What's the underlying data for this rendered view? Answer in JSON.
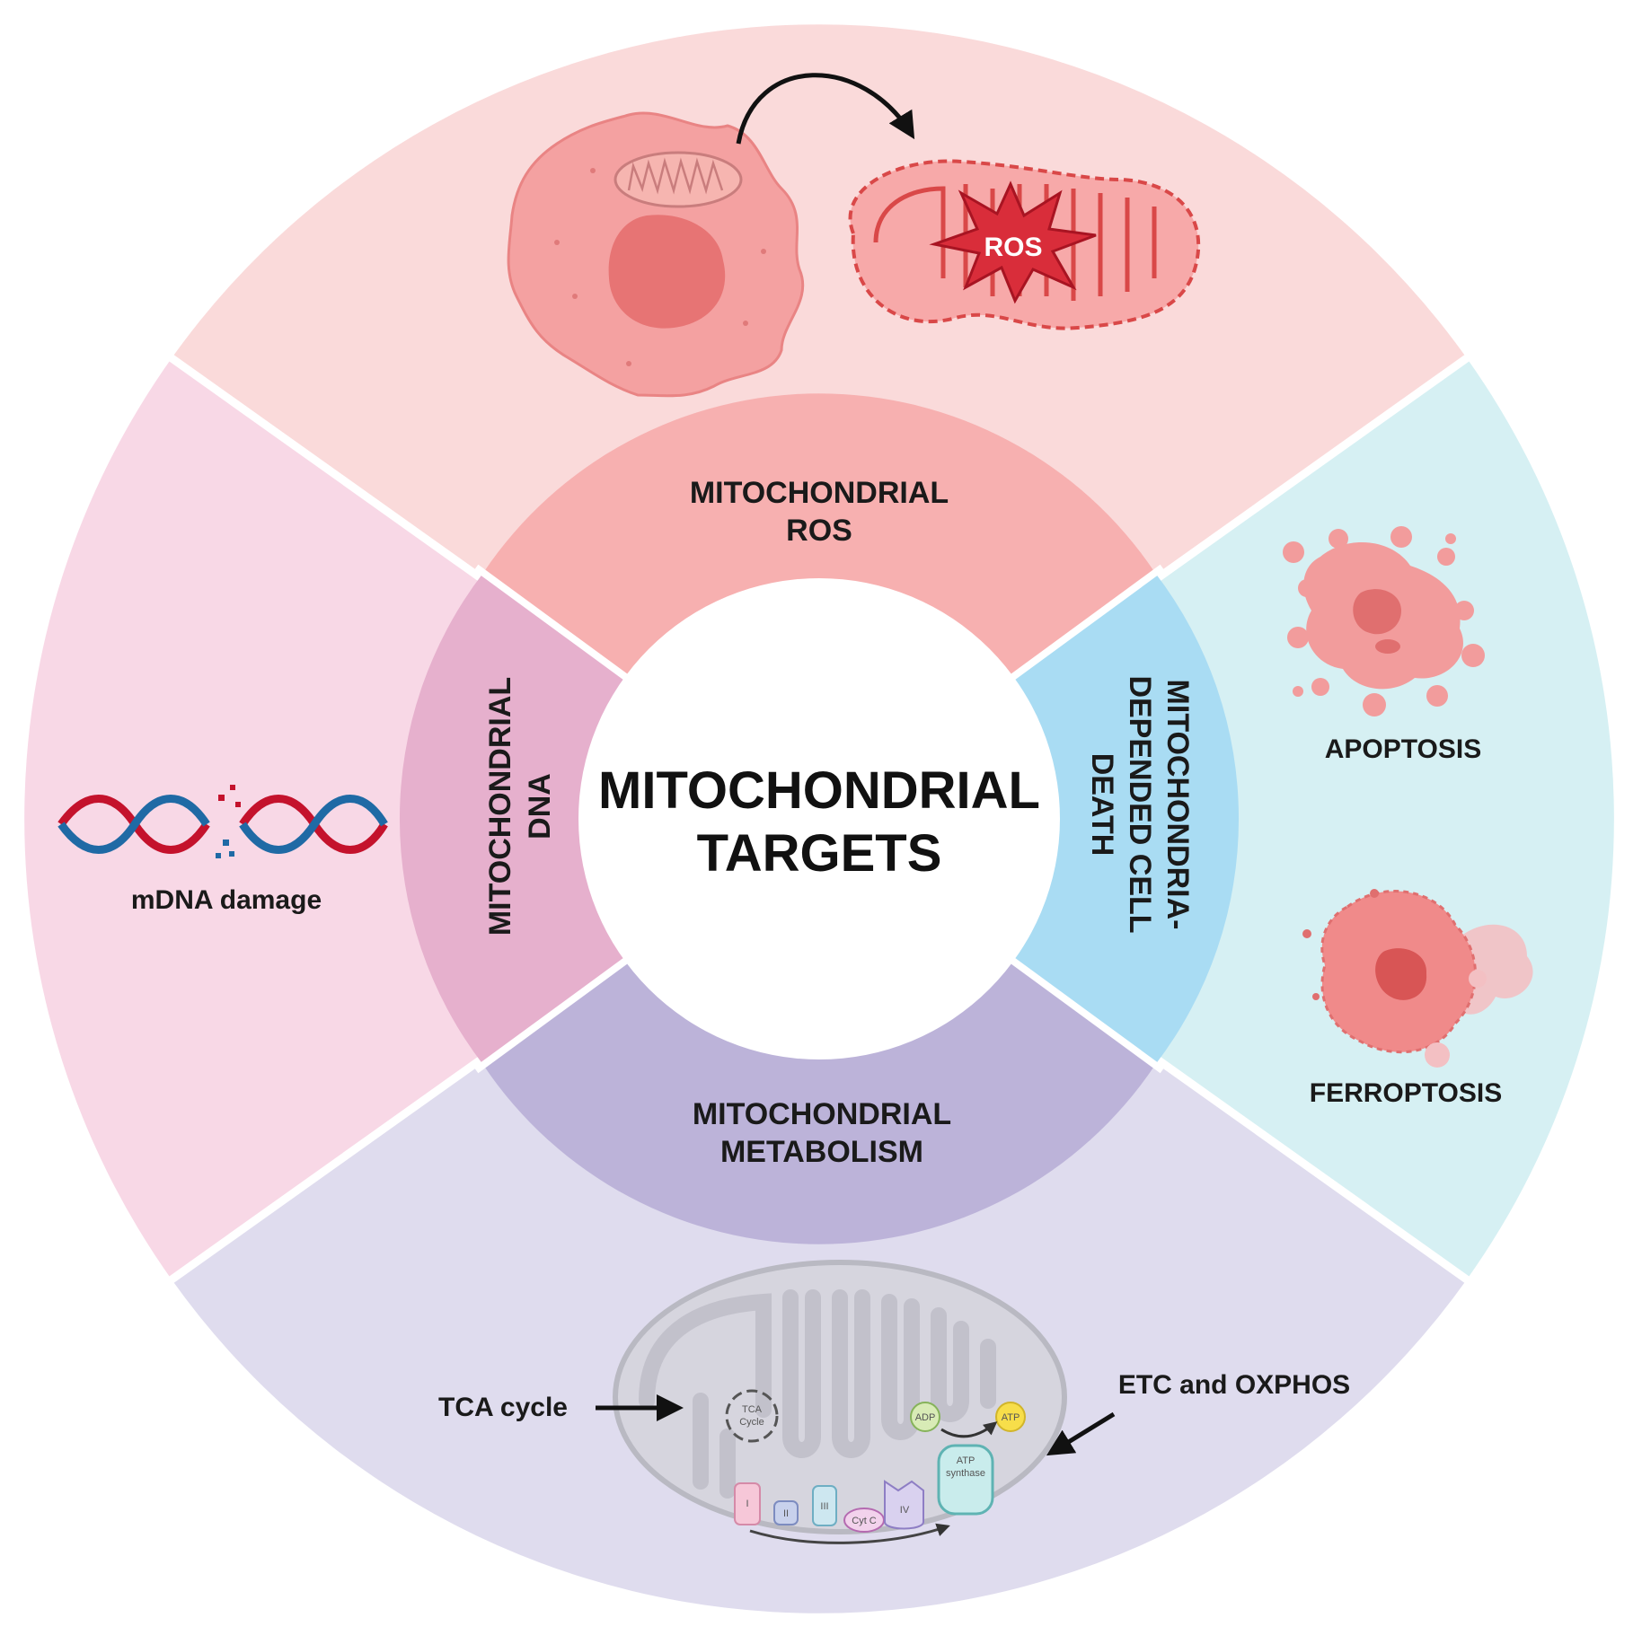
{
  "center": {
    "line1": "MITOCHONDRIAL",
    "line2": "TARGETS"
  },
  "inner_ring": {
    "top": {
      "line1": "MITOCHONDRIAL",
      "line2": "ROS"
    },
    "left": {
      "line1": "MITOCHONDRIAL",
      "line2": "DNA"
    },
    "right": {
      "line1": "MITOCHONDRIA-",
      "line2": "DEPENDED CELL",
      "line3": "DEATH"
    },
    "bottom": {
      "line1": "MITOCHONDRIAL",
      "line2": "METABOLISM"
    }
  },
  "outer_ring": {
    "top": {
      "ros_badge": "ROS"
    },
    "left": {
      "label": "mDNA damage"
    },
    "right": {
      "apoptosis": "APOPTOSIS",
      "ferroptosis": "FERROPTOSIS"
    },
    "bottom": {
      "tca_label": "TCA cycle",
      "etc_label": "ETC and OXPHOS",
      "tca_inner": "TCA",
      "tca_inner2": "Cycle",
      "adp": "ADP",
      "atp": "ATP",
      "atp_synthase1": "ATP",
      "atp_synthase2": "synthase",
      "complex1": "I",
      "complex2": "II",
      "complex3": "III",
      "cytc": "Cyt C",
      "complex4": "IV"
    }
  },
  "colors": {
    "top_outer": "#fadada",
    "left_outer": "#f8d8e6",
    "right_outer": "#d6f0f3",
    "bottom_outer": "#dfdcee",
    "top_inner": "#f7b0b0",
    "left_inner": "#e6b0cd",
    "right_inner": "#a9dcf3",
    "bottom_inner": "#bcb3d9"
  }
}
